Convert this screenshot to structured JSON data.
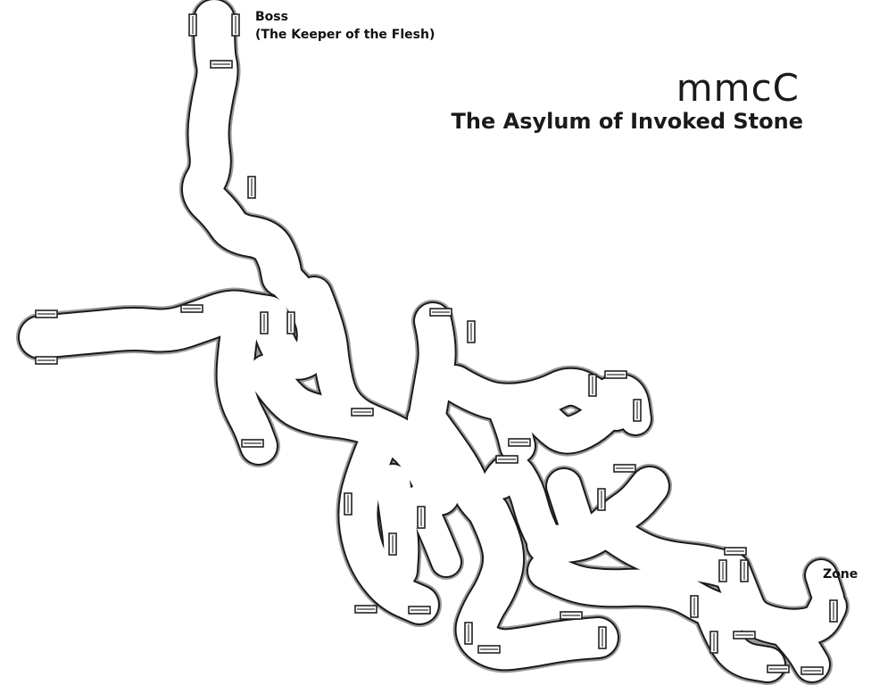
{
  "map": {
    "code": "mmcC",
    "name": "The Asylum of Invoked Stone",
    "markers": {
      "boss_label": "Boss",
      "boss_name": "(The Keeper of the Flesh)",
      "zone_label": "Zone"
    }
  },
  "colors": {
    "background": "#ffffff",
    "wall": "#1a1a1a",
    "floor": "#ffffff",
    "wall_shadow": "#9a9a9a"
  }
}
